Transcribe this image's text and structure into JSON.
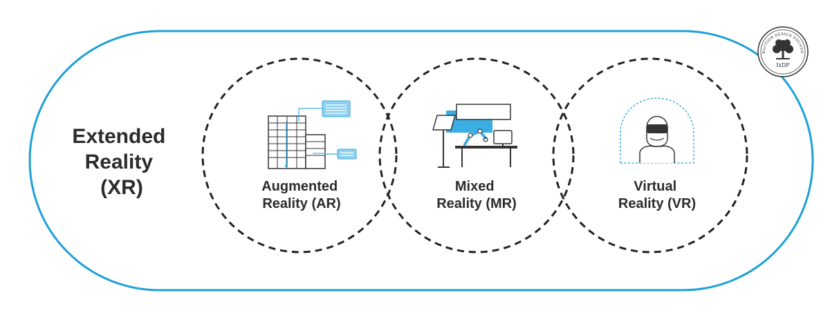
{
  "diagram": {
    "main_label": [
      "Extended",
      "Reality",
      "(XR)"
    ],
    "circles": [
      {
        "label": [
          "Augmented",
          "Reality (AR)"
        ]
      },
      {
        "label": [
          "Mixed",
          "Reality (MR)"
        ]
      },
      {
        "label": [
          "Virtual",
          "Reality (VR)"
        ]
      }
    ],
    "logo": {
      "arc_text": "INTERACTION DESIGN FOUNDATION",
      "abbr": "IxDF"
    },
    "colors": {
      "outline": "#1ba0d8",
      "dash": "#222222",
      "accent_light": "#8fd0ee",
      "accent": "#3aaee0",
      "dark": "#2b2b2b"
    },
    "icons": [
      "ar-buildings-icon",
      "mr-workspace-icon",
      "vr-headset-person-icon",
      "ixdf-tree-logo-icon"
    ]
  }
}
